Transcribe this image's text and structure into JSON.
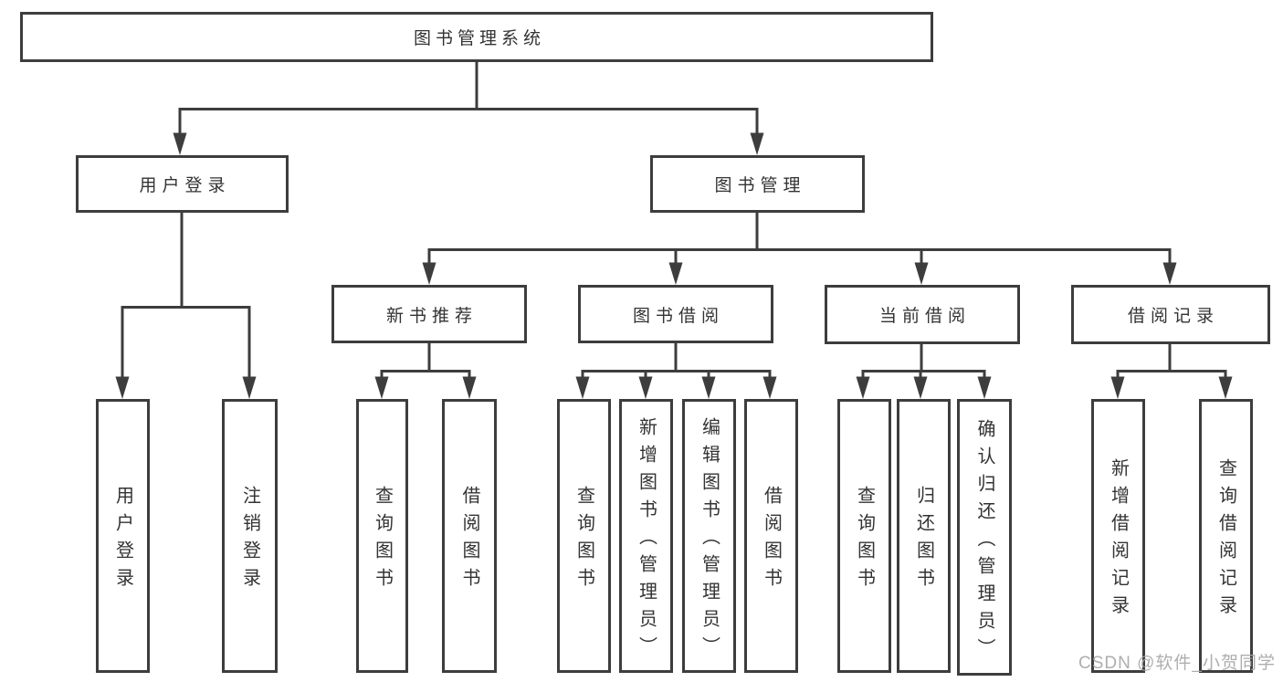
{
  "tree": {
    "root": "图书管理系统",
    "branches": [
      {
        "label": "用户登录",
        "children": [
          "用户登录",
          "注销登录"
        ]
      },
      {
        "label": "图书管理",
        "groups": [
          {
            "label": "新书推荐",
            "children": [
              "查询图书",
              "借阅图书"
            ]
          },
          {
            "label": "图书借阅",
            "children": [
              "查询图书",
              "新增图书（管理员）",
              "编辑图书（管理员）",
              "借阅图书"
            ]
          },
          {
            "label": "当前借阅",
            "children": [
              "查询图书",
              "归还图书",
              "确认归还（管理员）"
            ]
          },
          {
            "label": "借阅记录",
            "children": [
              "新增借阅记录",
              "查询借阅记录"
            ]
          }
        ]
      }
    ]
  },
  "colors": {
    "line": "#3d3d3d",
    "text": "#333333",
    "watermark": "#a6a6a6"
  },
  "watermark": {
    "text": "CSDN @软件_小贺同学"
  }
}
